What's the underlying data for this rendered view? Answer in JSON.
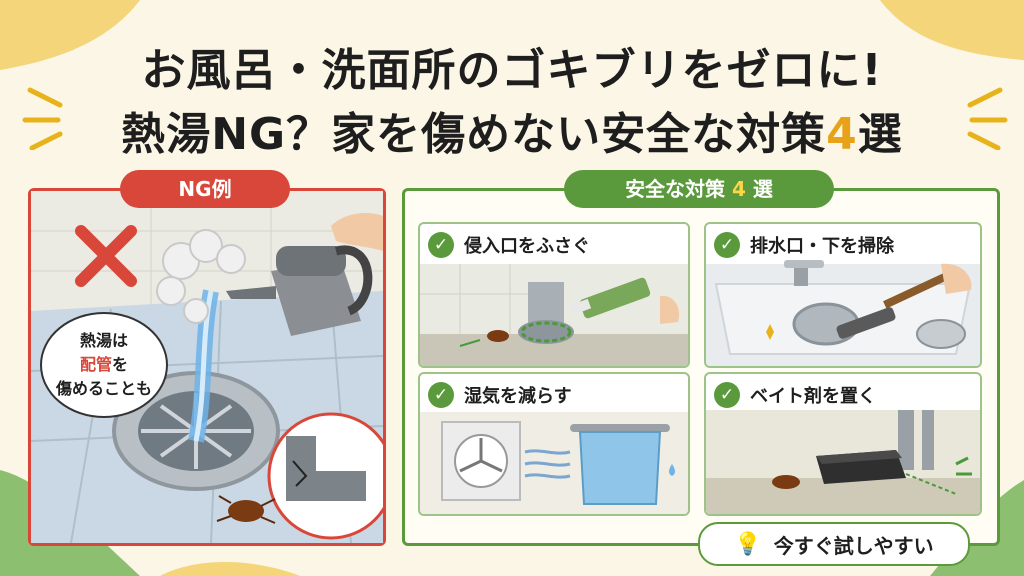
{
  "title": {
    "line1": "お風呂・洗面所のゴキブリをゼロに!",
    "line2_prefix": "熱湯NG？家を傷めない安全な対策",
    "line2_accent": "4",
    "line2_suffix": "選"
  },
  "ng_panel": {
    "label": "NG例",
    "bubble": {
      "line1": "熱湯は",
      "line2": "配管",
      "line2_suffix": "を",
      "line3": "傷めることも"
    }
  },
  "safe_panel": {
    "label_prefix": "安全な対策",
    "label_accent": "4",
    "label_suffix": "選",
    "cards": [
      {
        "title": "侵入口をふさぐ"
      },
      {
        "title": "排水口・下を掃除"
      },
      {
        "title": "湿気を減らす"
      },
      {
        "title": "ベイト剤を置く"
      }
    ]
  },
  "cta": {
    "label": "今すぐ試しやすい"
  },
  "colors": {
    "ng_red": "#d8473a",
    "safe_green": "#5b9a3c",
    "accent_yellow": "#e8a21a",
    "background": "#fbf6e6"
  }
}
